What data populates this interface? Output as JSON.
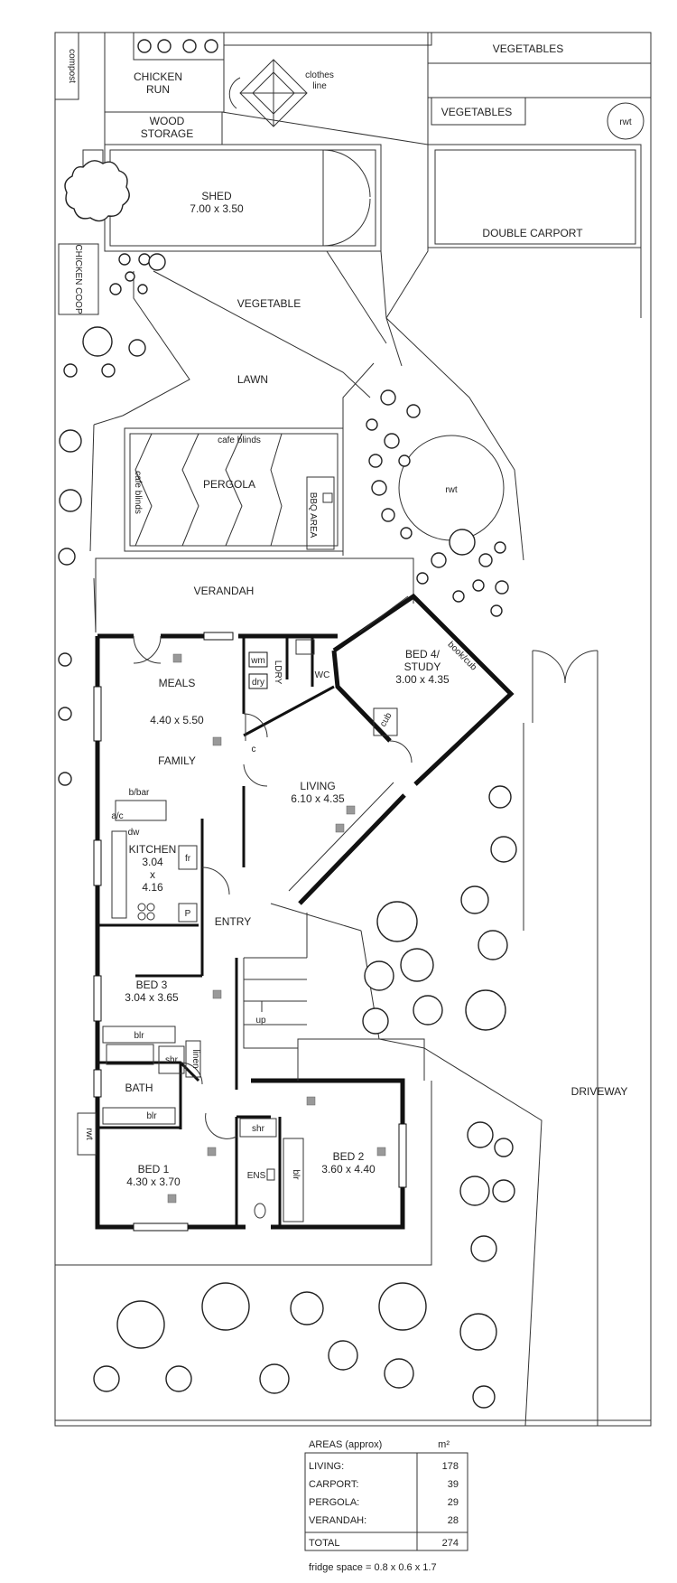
{
  "plan": {
    "rooms": {
      "compost": "compost",
      "chicken_run": [
        "CHICKEN",
        "RUN"
      ],
      "clothes_line": [
        "clothes",
        "line"
      ],
      "vegetables_top": "VEGETABLES",
      "vegetables_mid": "VEGETABLES",
      "rwt_top": "rwt",
      "wood_storage": [
        "WOOD",
        "STORAGE"
      ],
      "shed": [
        "SHED",
        "7.00 x 3.50"
      ],
      "rwt_left": "rwt",
      "double_carport": "DOUBLE CARPORT",
      "chicken_coop": "CHICKEN COOP",
      "vegetable": "VEGETABLE",
      "lawn": "LAWN",
      "cafe_blinds_top": "cafe blinds",
      "pergola": "PERGOLA",
      "cafe_blinds_left": "cafe blinds",
      "bbq_area": "BBQ AREA",
      "rwt_round": "rwt",
      "verandah": "VERANDAH",
      "meals": "MEALS",
      "meals_size": "4.40 x 5.50",
      "family": "FAMILY",
      "wm": "wm",
      "dry": "dry",
      "ldry": "LDRY",
      "wc": "WC",
      "c": "c",
      "bed4": [
        "BED 4/",
        "STUDY",
        "3.00 x 4.35"
      ],
      "book_cub": "book/cub",
      "cub": "cub",
      "living": [
        "LIVING",
        "6.10 x 4.35"
      ],
      "b_bar": "b/bar",
      "a_c": "a/c",
      "dw": "dw",
      "kitchen": [
        "KITCHEN",
        "3.04",
        "x",
        "4.16"
      ],
      "fr": "fr",
      "p": "P",
      "entry": "ENTRY",
      "bed3": [
        "BED 3",
        "3.04 x 3.65"
      ],
      "blr": "blr",
      "up": "up",
      "shr": "shr",
      "linen": "linen",
      "bath": "BATH",
      "rwt_house": "rwt",
      "bed1": [
        "BED 1",
        "4.30 x 3.70"
      ],
      "ens": "ENS",
      "bed2": [
        "BED 2",
        "3.60 x 4.40"
      ],
      "driveway": "DRIVEWAY"
    }
  },
  "areas_table": {
    "title": "AREAS (approx)",
    "unit": "m²",
    "rows": [
      {
        "label": "LIVING:",
        "value": "178"
      },
      {
        "label": "CARPORT:",
        "value": "39"
      },
      {
        "label": "PERGOLA:",
        "value": "29"
      },
      {
        "label": "VERANDAH:",
        "value": "28"
      }
    ],
    "total_label": "TOTAL",
    "total_value": "274",
    "note": "fridge space = 0.8 x 0.6 x 1.7"
  }
}
